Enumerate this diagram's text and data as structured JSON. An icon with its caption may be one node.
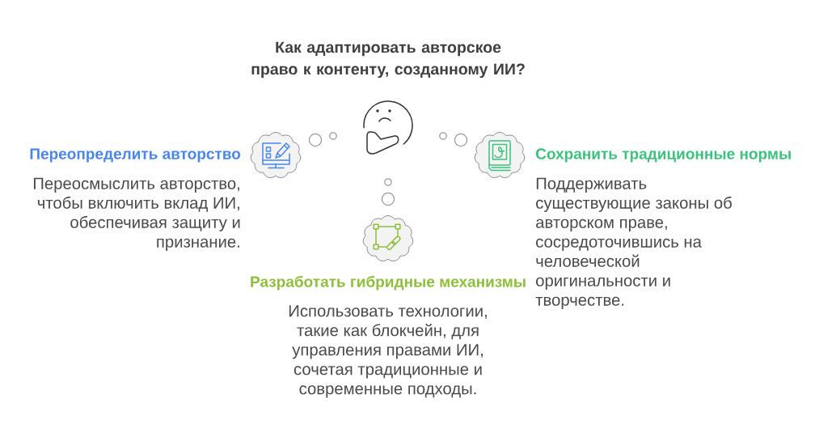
{
  "diagram": {
    "title": "Как адаптировать авторское право к контенту, созданному ИИ?",
    "nodes": [
      {
        "text": [],
        "shape": "picture"
      },
      {
        "text": [
          "Переопределить авторство",
          "Переосмыслить авторство, чтобы включить вклад ИИ, обеспечивая защиту и признание."
        ]
      },
      {
        "text": [
          "Сохранить традиционные нормы",
          "Поддерживать существующие законы об авторском праве, сосредоточившись на человеческой оригинальности и творчестве."
        ]
      },
      {
        "text": [
          "Разработать гибридные механизмы",
          "Использовать технологии, такие как блокчейн, для управления правами ИИ, сочетая традиционные и современные подходы."
        ]
      }
    ]
  }
}
